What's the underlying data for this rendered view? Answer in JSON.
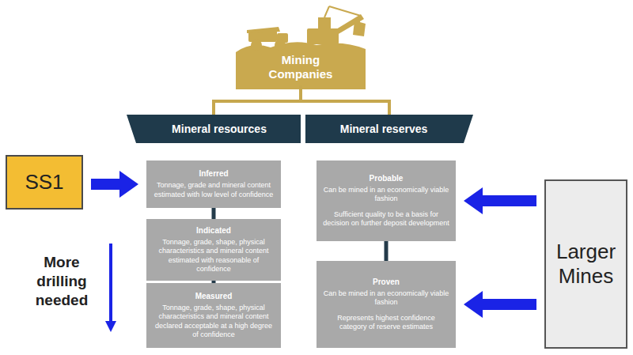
{
  "diagram": {
    "nodes": [
      {
        "text": [
          "Mining Companies"
        ]
      },
      {
        "text": [
          "Mineral resources"
        ]
      },
      {
        "text": [
          "Mineral reserves"
        ]
      },
      {
        "text": [
          "SS1"
        ]
      },
      {
        "text": [
          "Inferred",
          "Tonnage, grade and mineral content estimated with low level of confidence"
        ]
      },
      {
        "text": [
          "Indicated",
          "Tonnage, grade, shape, physical characteristics and mineral content estimated with reasonable of confidence"
        ]
      },
      {
        "text": [
          "Measured",
          "Tonnage, grade, shape, physical characteristics and mineral content declared acceptable at a high degree of confidence"
        ]
      },
      {
        "text": [
          "Probable",
          "Can be mined in an economically viable fashion",
          "Sufficient quality to be a basis for decision on further deposit development"
        ]
      },
      {
        "text": [
          "Proven",
          "Can be mined in an economically viable fashion",
          "Represents highest confidence category of reserve estimates"
        ]
      },
      {
        "text": [
          "Larger Mines"
        ]
      }
    ],
    "edges": [
      {
        "from": 0,
        "to": 1,
        "arrow": "none"
      },
      {
        "from": 0,
        "to": 2,
        "arrow": "none"
      },
      {
        "from": 3,
        "to": 4,
        "arrow": "to"
      },
      {
        "from": 4,
        "to": 5,
        "arrow": "none"
      },
      {
        "from": 5,
        "to": 6,
        "arrow": "none"
      },
      {
        "from": 7,
        "to": 8,
        "arrow": "none"
      },
      {
        "from": 9,
        "to": 7,
        "arrow": "to"
      },
      {
        "from": 9,
        "to": 8,
        "arrow": "to"
      }
    ],
    "labels": [
      "More drilling needed"
    ]
  }
}
